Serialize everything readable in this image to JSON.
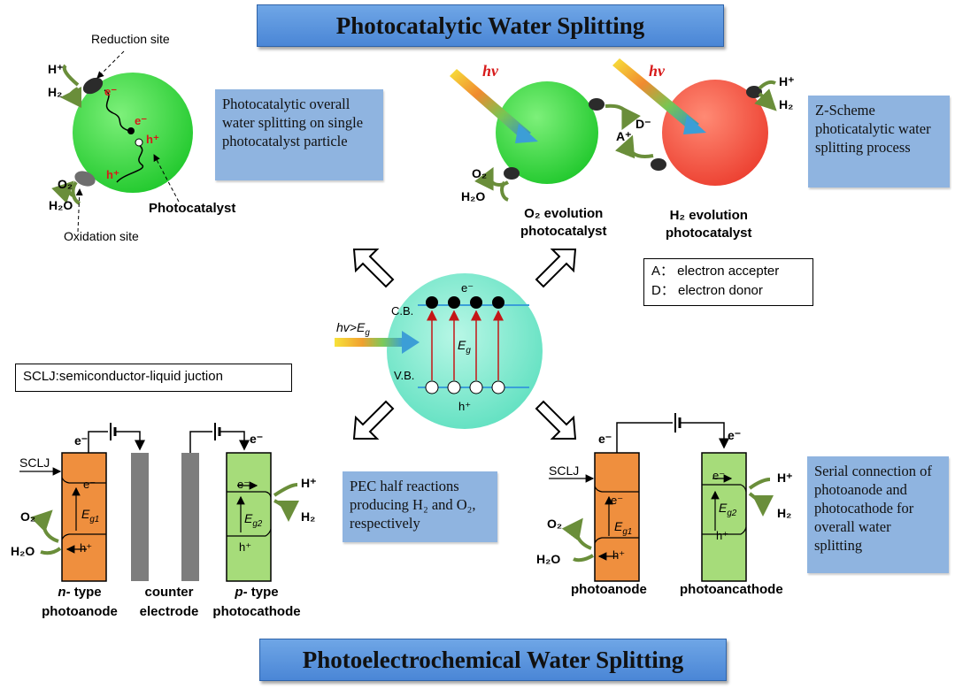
{
  "titles": {
    "top": "Photocatalytic Water  Splitting",
    "bottom": "Photoelectrochemical Water  Splitting"
  },
  "notes": {
    "single": "Photocatalytic overall water splitting on single photocatalyst particle",
    "zscheme": "Z-Scheme photicatalytic water splitting process",
    "pec_half": "PEC half reactions producing H₂ and O₂, respectively",
    "serial": "Serial connection of photoanode and photocathode for overall water splitting"
  },
  "single_particle": {
    "reduction_site": "Reduction site",
    "oxidation_site": "Oxidation site",
    "photocatalyst": "Photocatalyst",
    "h_plus": "H⁺",
    "h2": "H₂",
    "o2": "O₂",
    "h2o": "H₂O",
    "electron": "e⁻",
    "hole": "h⁺"
  },
  "zscheme": {
    "hv": "hv",
    "o2_evolution": "O₂ evolution",
    "h2_evolution": "H₂ evolution",
    "photocatalyst": "photocatalyst",
    "a_plus": "A⁺",
    "d_minus": "D⁻",
    "o2": "O₂",
    "h2o": "H₂O",
    "h_plus": "H⁺",
    "h2": "H₂",
    "legend_a": "A：  electron accepter",
    "legend_d": "D：  electron donor"
  },
  "center": {
    "hv_eg": "hv>E",
    "hv_eg_sub": "g",
    "cb": "C.B.",
    "vb": "V.B.",
    "e": "e⁻",
    "h": "h⁺",
    "eg": "E",
    "eg_sub": "g"
  },
  "pec": {
    "sclj_def": "SCLJ:semiconductor-liquid juction",
    "sclj": "SCLJ",
    "e": "e⁻",
    "h": "h⁺",
    "eg1": "g1",
    "eg2": "g2",
    "E": "E",
    "o2": "O₂",
    "h2o": "H₂O",
    "h_plus": "H⁺",
    "h2": "H₂",
    "n_type": "n-",
    "n_type_rest": " type",
    "p_type": "p-",
    "p_type_rest": " type",
    "photoanode": "photoanode",
    "counter": "counter",
    "electrode": "electrode",
    "photocathode": "photocathode",
    "photoancathode": "photoancathode"
  },
  "colors": {
    "banner": "#5b95dc",
    "note": "#8fb4e0",
    "green_particle": "#3fd94a",
    "red_particle": "#f35a45",
    "center_particle": "#7fe8c6",
    "orange_electrode": "#ef8f3e",
    "green_electrode": "#a6dc7a",
    "counter_electrode": "#7d7d7d",
    "arrow_green": "#6a8e3a"
  }
}
